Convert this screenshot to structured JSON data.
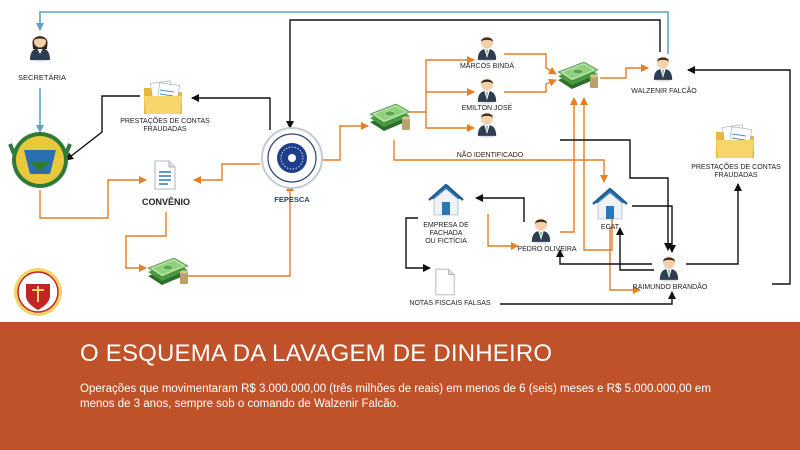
{
  "colors": {
    "flow_orange": "#e67e22",
    "flow_black": "#111111",
    "flow_blue": "#5fa3c4",
    "footer_bg": "#c0522a",
    "footer_text": "#ffffff"
  },
  "icons": {
    "person": "person-icon",
    "folder": "folder-docs-icon",
    "document": "document-icon",
    "money": "money-stack-icon",
    "house": "house-icon",
    "seal": "seal-icon"
  },
  "diagram": {
    "secretaria_label": "SECRETÁRIA",
    "prestacoes_left_label": "PRESTAÇÕES DE CONTAS\nFRAUDADAS",
    "convenio_label": "CONVÊNIO",
    "fepesca_label": "FEPESCA",
    "marcos_label": "MARCOS BINDÁ",
    "emilton_label": "EMILTON JOSÉ",
    "nao_identificado_label": "NÃO IDENTIFICADO",
    "walzenir_label": "WALZENIR FALCÃO",
    "prestacoes_right_label": "PRESTAÇÕES DE CONTAS\nFRAUDADAS",
    "empresa_label": "EMPRESA DE FACHADA\nOU FICTÍCIA",
    "ecat_label": "ECAT",
    "pedro_label": "PEDRO OLIVEIRA",
    "raimundo_label": "RAIMUNDO BRANDÃO",
    "notas_label": "NOTAS FISCAIS FALSAS"
  },
  "footer": {
    "title": "O ESQUEMA DA LAVAGEM DE DINHEIRO",
    "text": "Operações que movimentaram R$ 3.000.000,00 (três milhões de reais) em menos de 6 (seis) meses e R$ 5.000.000,00 em menos de 3 anos, sempre sob o comando de Walzenir Falcão."
  }
}
